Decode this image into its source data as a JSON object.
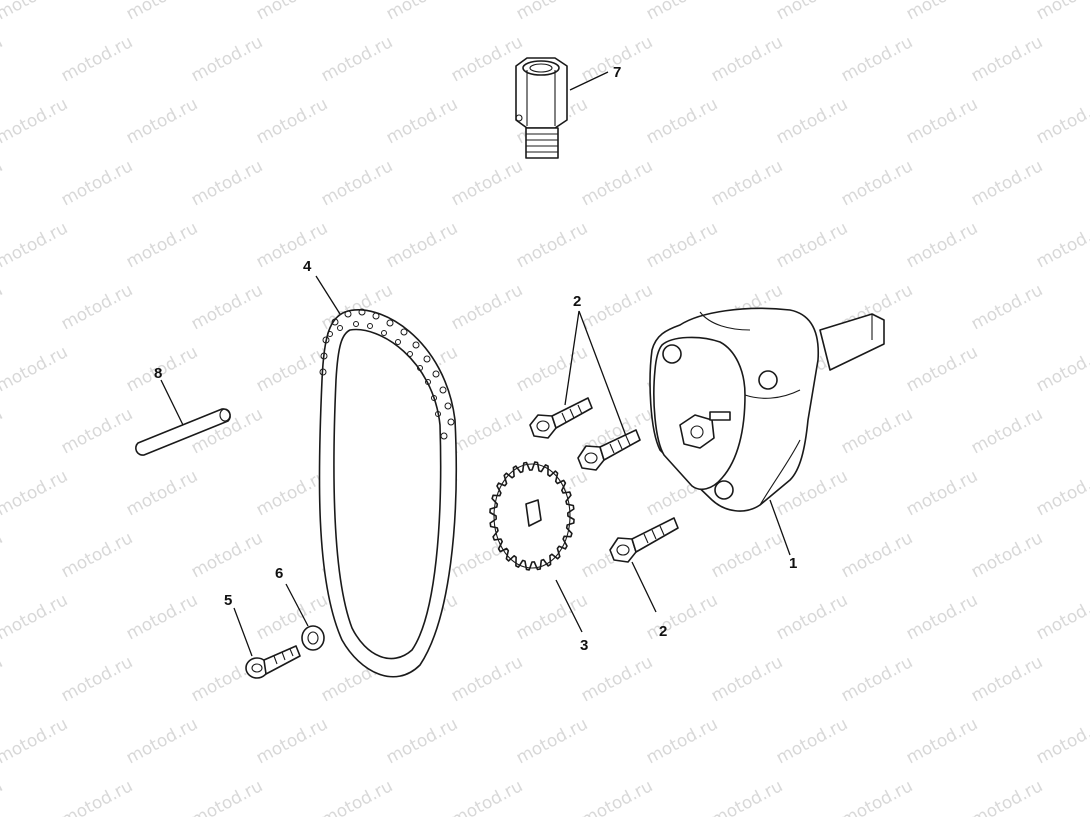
{
  "watermark": "motod.ru",
  "callouts": {
    "c1": "1",
    "c2a": "2",
    "c2b": "2",
    "c3": "3",
    "c4": "4",
    "c5": "5",
    "c6": "6",
    "c7": "7",
    "c8": "8"
  },
  "colors": {
    "line": "#1a1a1a",
    "watermark": "#b9b9b9",
    "background": "#ffffff"
  }
}
